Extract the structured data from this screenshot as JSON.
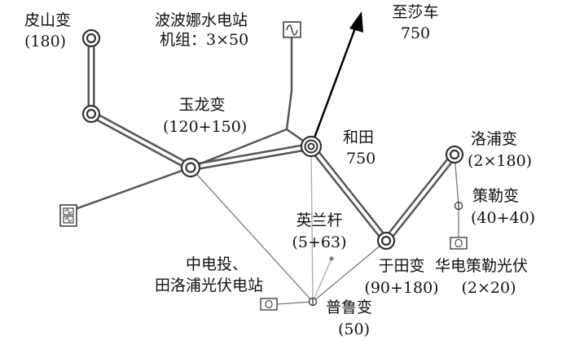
{
  "colors": {
    "line": "#555555",
    "thin_line": "#777777",
    "light_line": "#aaaaaa",
    "node_ring": "#333333",
    "text": "#111111",
    "arrow": "#000000"
  },
  "stations": {
    "pishan": {
      "name": "皮山变",
      "capacity": "(180)"
    },
    "yulong": {
      "name": "玉龙变",
      "capacity": "(120+150)"
    },
    "hetian": {
      "name": "和田",
      "capacity": "750"
    },
    "luopu": {
      "name": "洛浦变",
      "capacity": "(2×180)"
    },
    "cele": {
      "name": "策勒变",
      "capacity": "(40+40)"
    },
    "yutian": {
      "name": "于田变",
      "capacity": "(90+180)"
    },
    "pulu": {
      "name": "普鲁变",
      "capacity": "(50)"
    },
    "yinglangan": {
      "name": "英兰杆",
      "capacity": "(5+63)"
    }
  },
  "hydro": {
    "line1": "波波娜水电站",
    "line2": "机组：3×50"
  },
  "export_line": {
    "name": "至莎车",
    "capacity": "750"
  },
  "solar_zhongdiantou": {
    "line1": "中电投、",
    "line2": "田洛浦光伏电站"
  },
  "solar_huadian": {
    "line1": "华电策勒光伏",
    "line2": "(2×20)"
  },
  "icons": [
    "substation-double-circle-icon",
    "hydro-generator-icon",
    "dual-generator-icon",
    "pv-station-icon",
    "transformer-small-icon",
    "arrow-icon"
  ]
}
